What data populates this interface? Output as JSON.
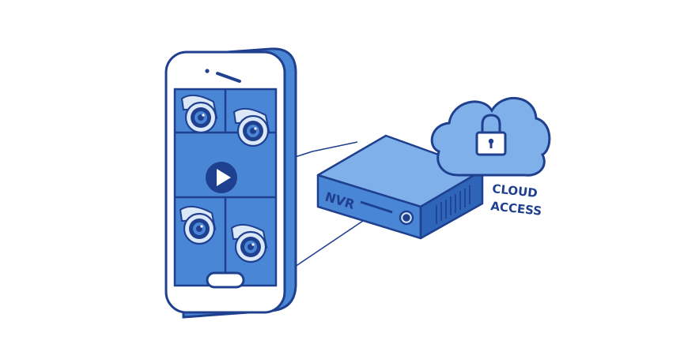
{
  "nvr": {
    "label": "NVR"
  },
  "cloud": {
    "line1": "CLOUD",
    "line2": "ACCESS"
  },
  "colors": {
    "outline": "#1f3f8f",
    "blue": "#4a86d6",
    "blue_light": "#7fb0ea",
    "blue_pale": "#dbe8f8",
    "white": "#ffffff"
  },
  "icons": {
    "phone": "smartphone-icon",
    "camera": "security-camera-icon",
    "play": "play-icon",
    "nvr": "nvr-recorder-icon",
    "cloud": "cloud-icon",
    "lock": "padlock-icon"
  }
}
